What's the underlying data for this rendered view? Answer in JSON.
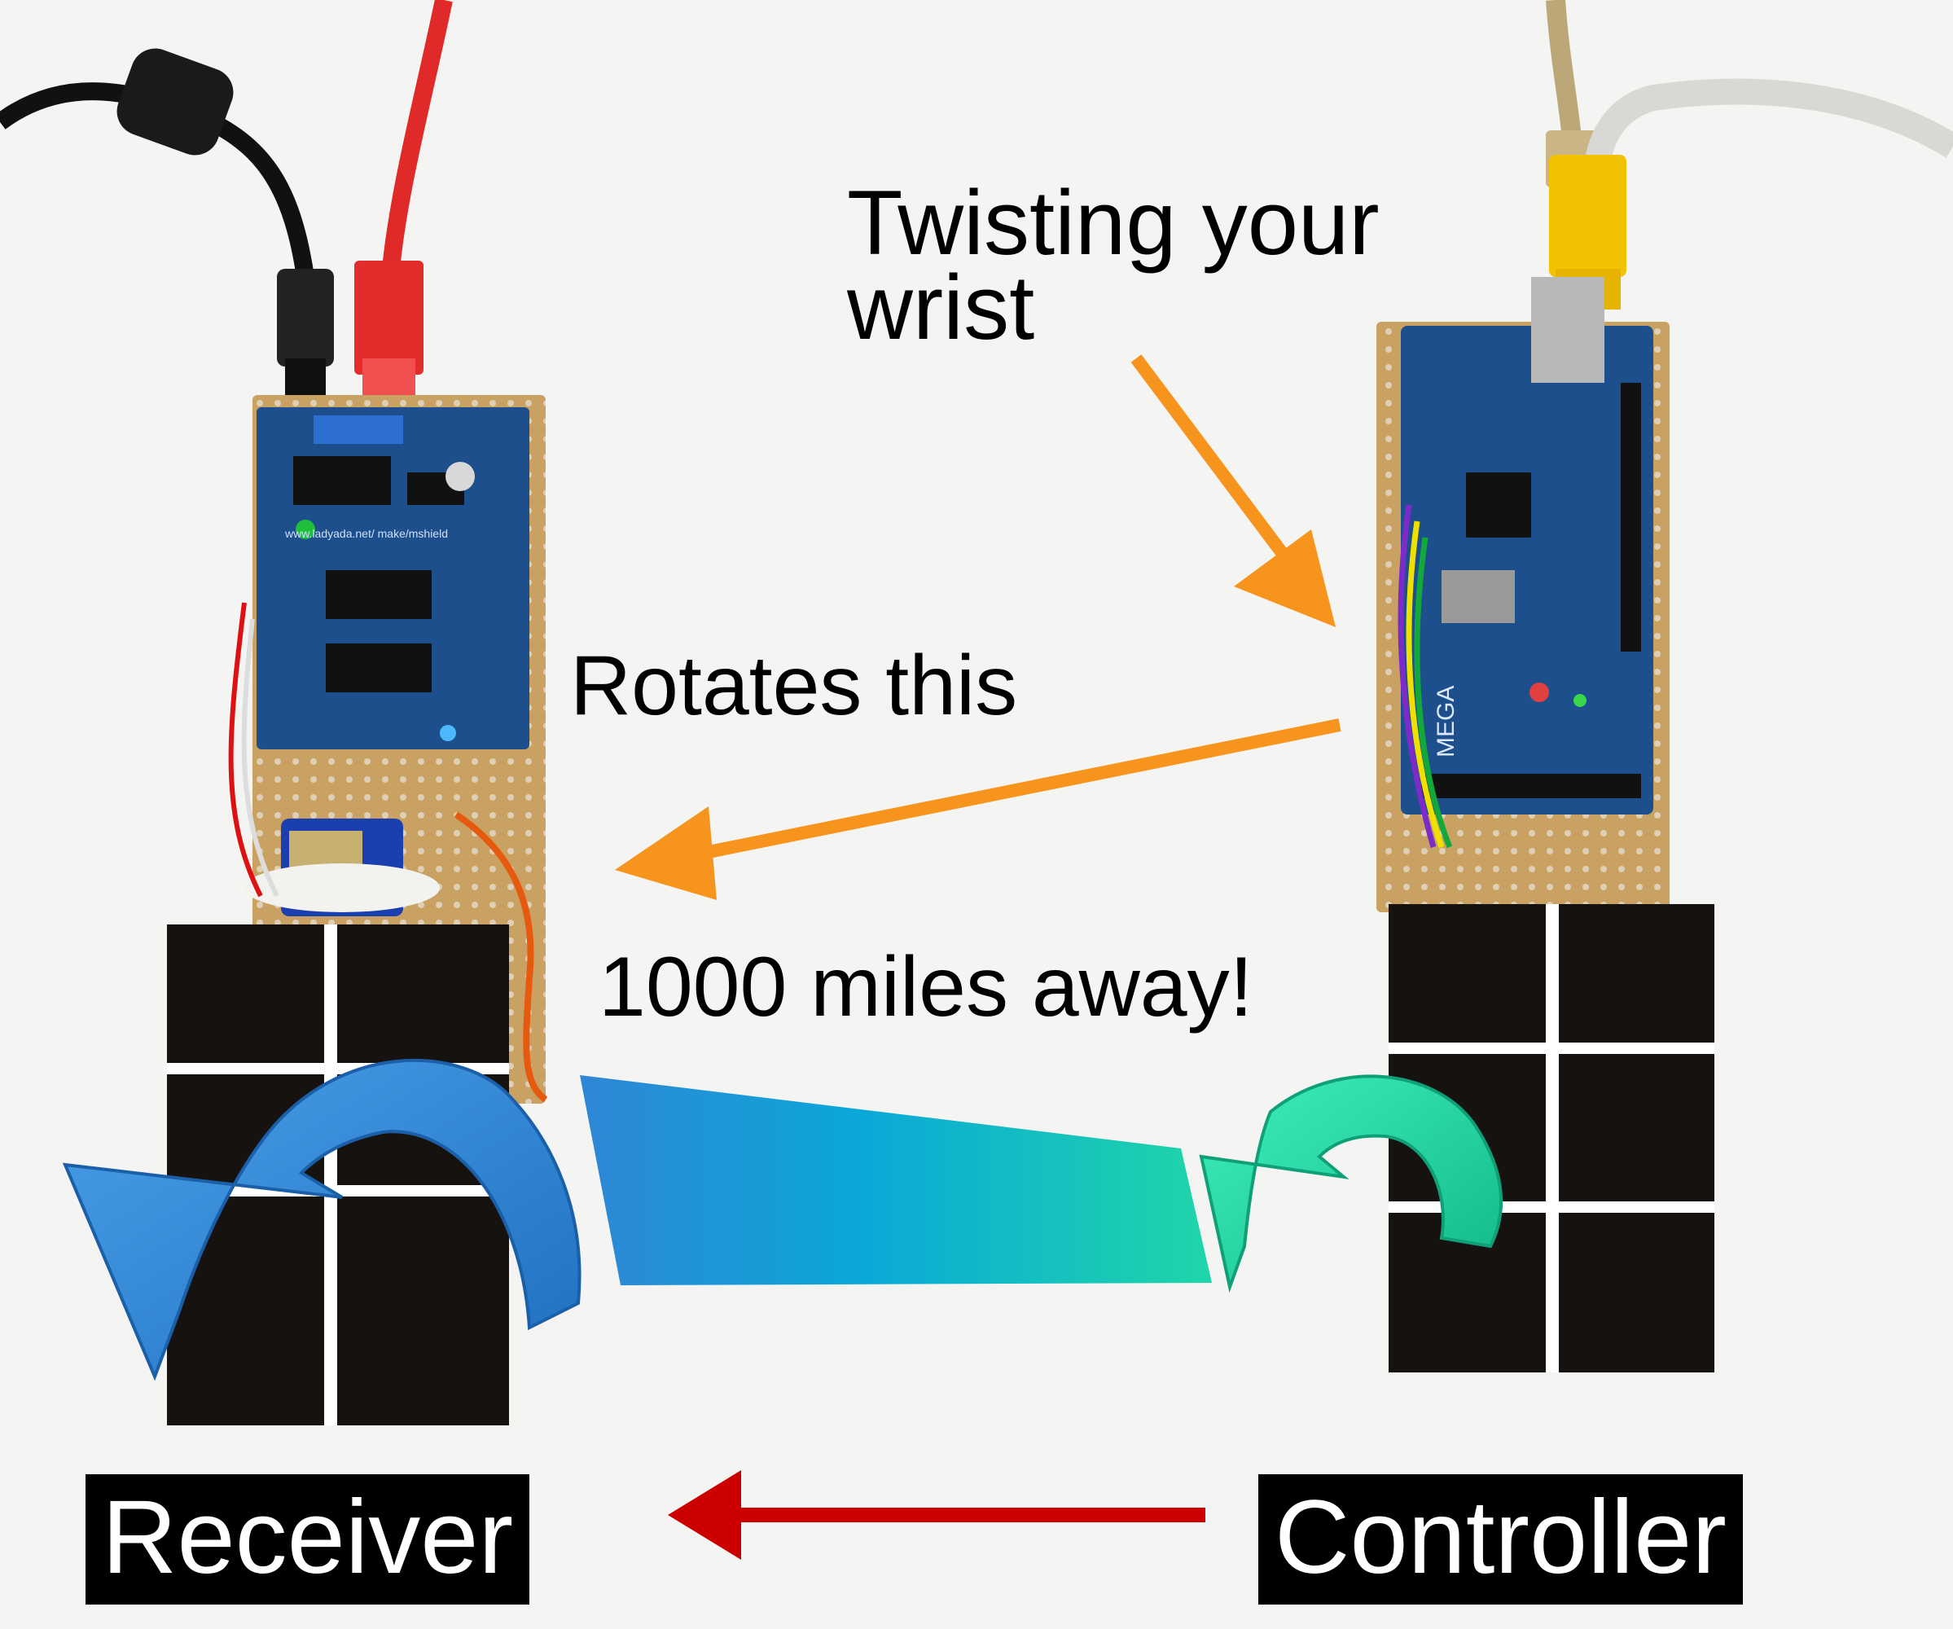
{
  "annotations": {
    "twisting": "Twisting your wrist",
    "rotates": "Rotates this",
    "distance": "1000 miles away!"
  },
  "labels": {
    "receiver": "Receiver",
    "controller": "Controller"
  },
  "colors": {
    "background": "#f4f4f2",
    "annotation_arrow": "#f7941d",
    "bottom_arrow": "#cc0000",
    "receiver_arrow": "#2f86d6",
    "controller_arrow": "#1fd6a0",
    "pcb_blue": "#1d4f8c",
    "perfboard": "#c9a263",
    "pad_black": "#161210"
  },
  "boards": {
    "left_text": "www.ladyada.net/ make/mshield",
    "right_text": "MEGA"
  }
}
